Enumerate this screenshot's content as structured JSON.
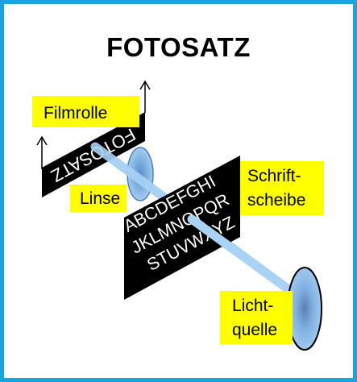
{
  "title": "FOTOSATZ",
  "labels": {
    "filmrolle": "Filmrolle",
    "linse": "Linse",
    "schriftscheibe_l1": "Schrift-",
    "schriftscheibe_l2": "scheibe",
    "lichtquelle_l1": "Licht-",
    "lichtquelle_l2": "quelle"
  },
  "film_text": "FOTOSATZ",
  "disc_lines": [
    "ABCDEFGHI",
    "JKLMNOPQR",
    "STUVWXYZ"
  ],
  "colors": {
    "frame": "#1aa3e0",
    "label_bg": "#ffff00",
    "beam": "#a9d2f5",
    "lens": "#7fb2e6",
    "plate": "#000000"
  }
}
